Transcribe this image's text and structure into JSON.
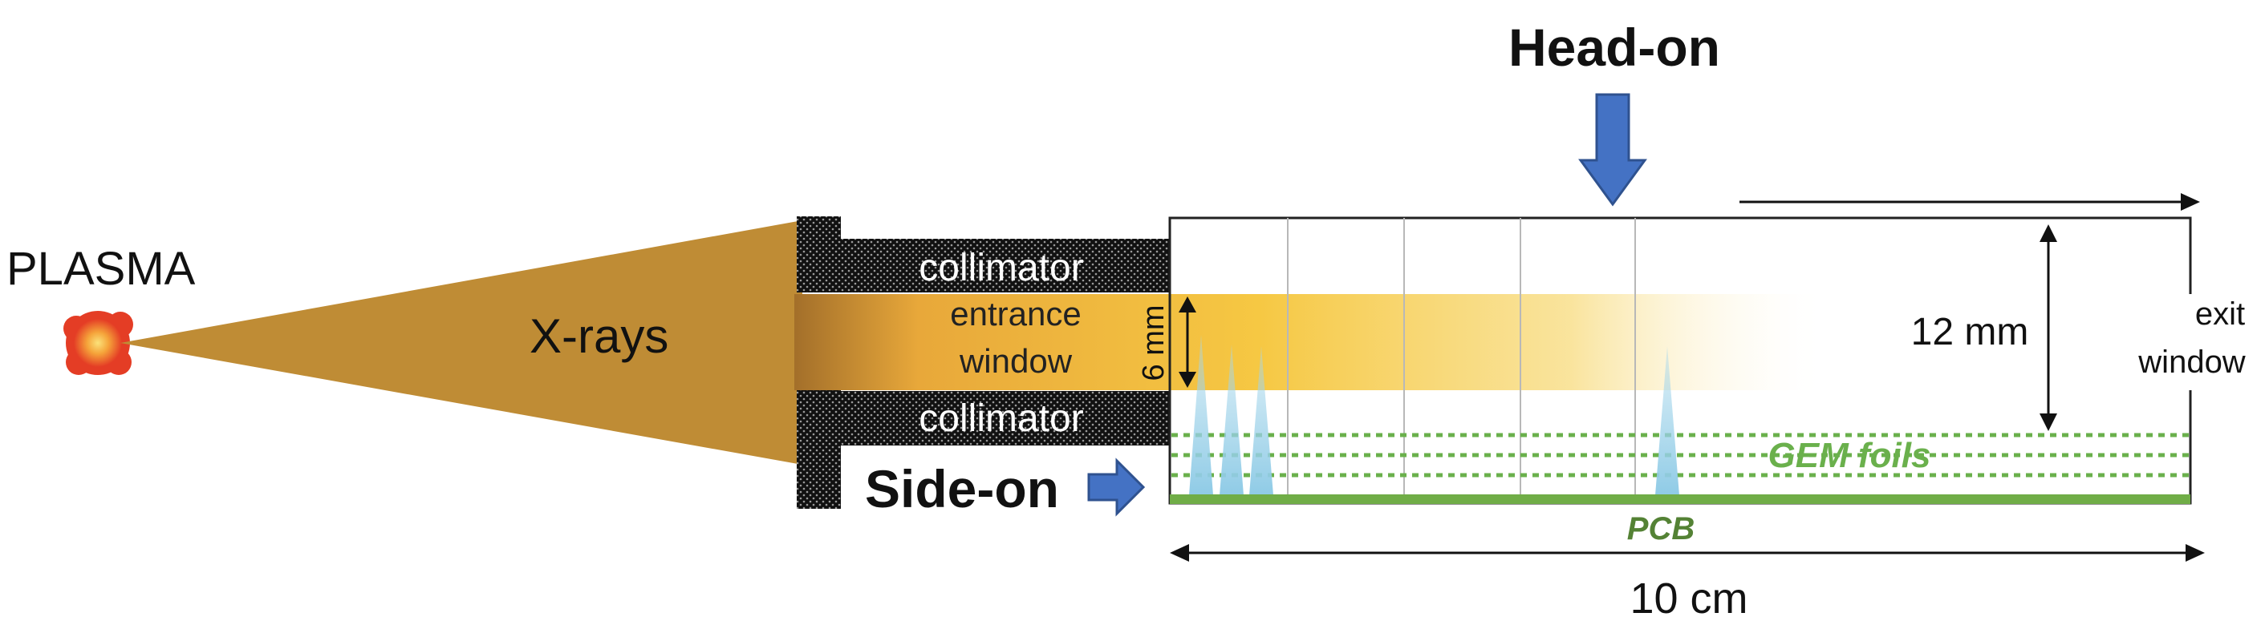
{
  "labels": {
    "plasma": "PLASMA",
    "xrays": "X-rays",
    "collimator_top": "collimator",
    "collimator_bottom": "collimator",
    "entrance_window_line1": "entrance",
    "entrance_window_line2": "window",
    "beam_height": "6 mm",
    "head_on": "Head-on",
    "side_on": "Side-on",
    "gap_height": "12 mm",
    "exit_window_line1": "exit",
    "exit_window_line2": "window",
    "gem_foils": "GEM foils",
    "pcb": "PCB",
    "length": "10 cm"
  },
  "colors": {
    "xray_cone": "#bf8c35",
    "beam": "#f5c842",
    "collimator": "#111111",
    "arrow_blue": "#4472c4",
    "gem_green": "#6ab04c",
    "pcb_green": "#70ad47",
    "pcb_text": "#548235",
    "spikes": "#a9d8ec",
    "plasma_outer": "#e8402a",
    "plasma_inner": "#f7b733"
  }
}
